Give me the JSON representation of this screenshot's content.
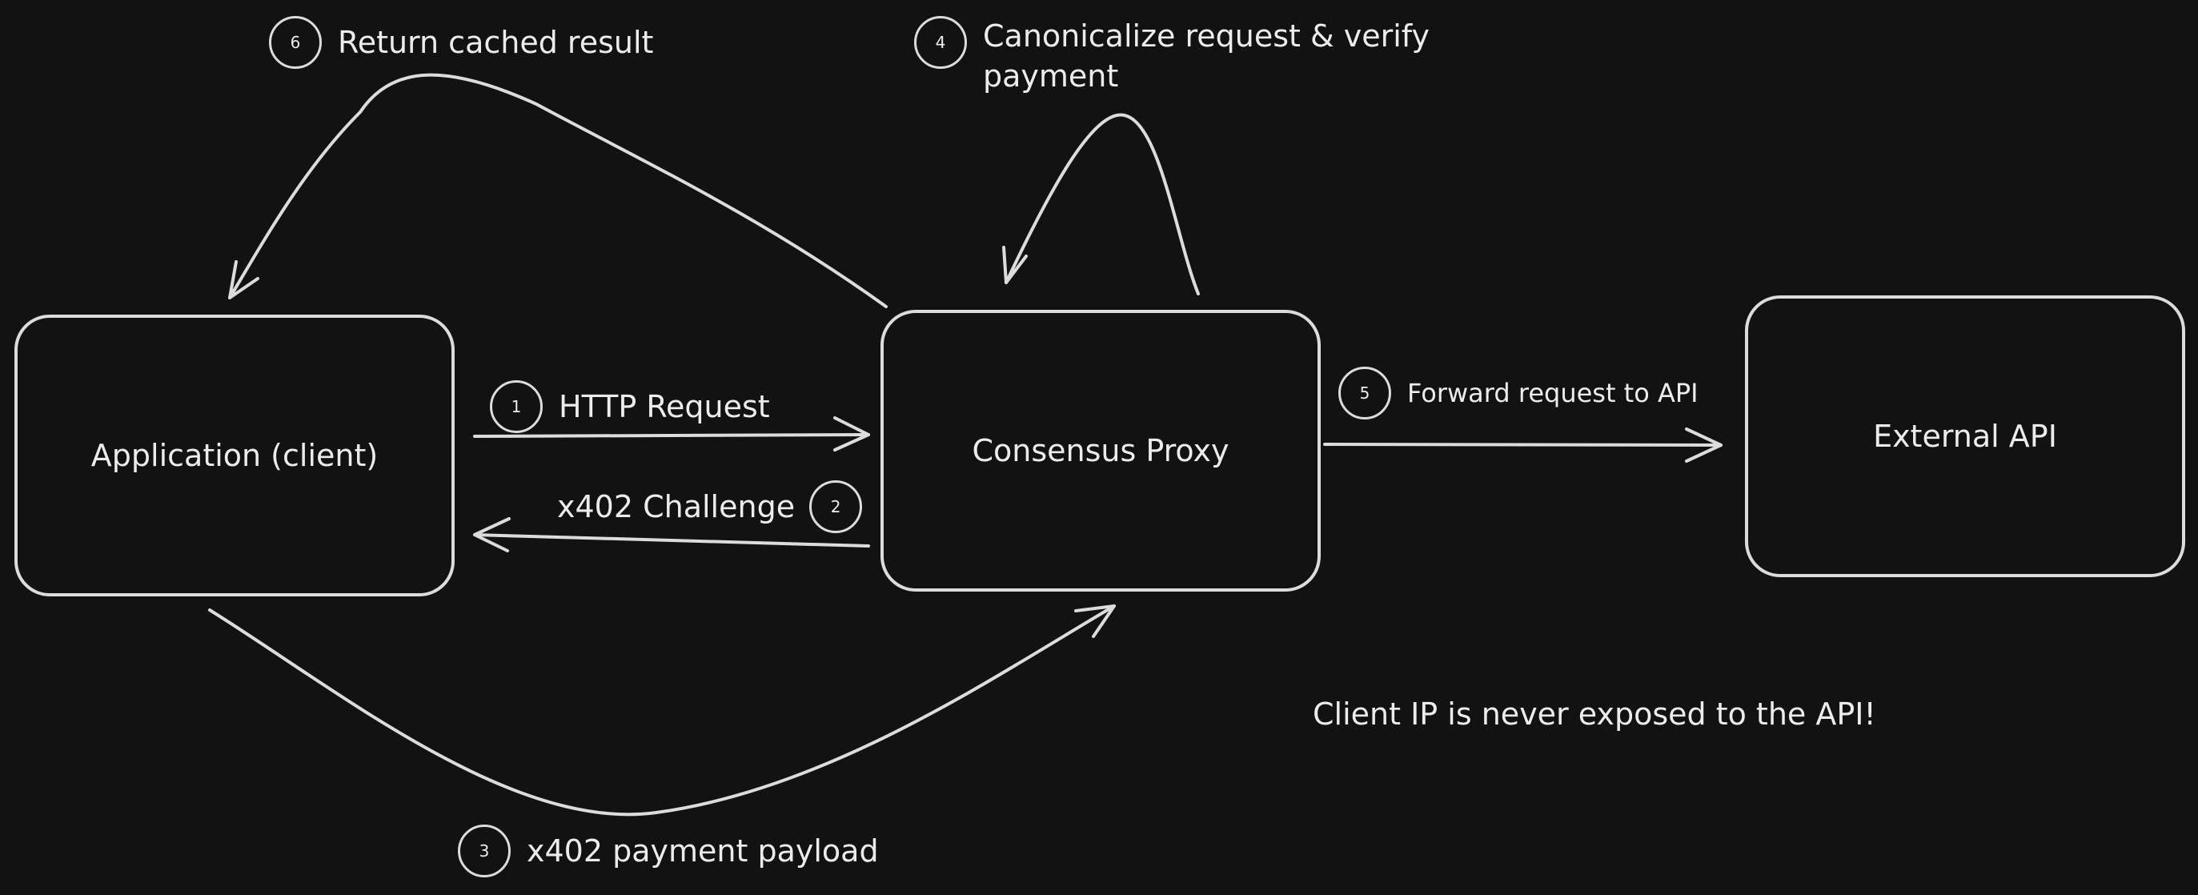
{
  "nodes": {
    "client": "Application (client)",
    "proxy": "Consensus Proxy",
    "api": "External API"
  },
  "steps": [
    {
      "number": "1",
      "label": "HTTP Request"
    },
    {
      "number": "2",
      "label": "x402 Challenge"
    },
    {
      "number": "3",
      "label": "x402 payment payload"
    },
    {
      "number": "4",
      "label": "Canonicalize request & verify payment"
    },
    {
      "number": "5",
      "label": "Forward request to API"
    },
    {
      "number": "6",
      "label": "Return cached result"
    }
  ],
  "note": "Client IP is never exposed to the API!",
  "colors": {
    "background": "#121212",
    "stroke": "#dcdcdc",
    "text": "#ececec"
  }
}
